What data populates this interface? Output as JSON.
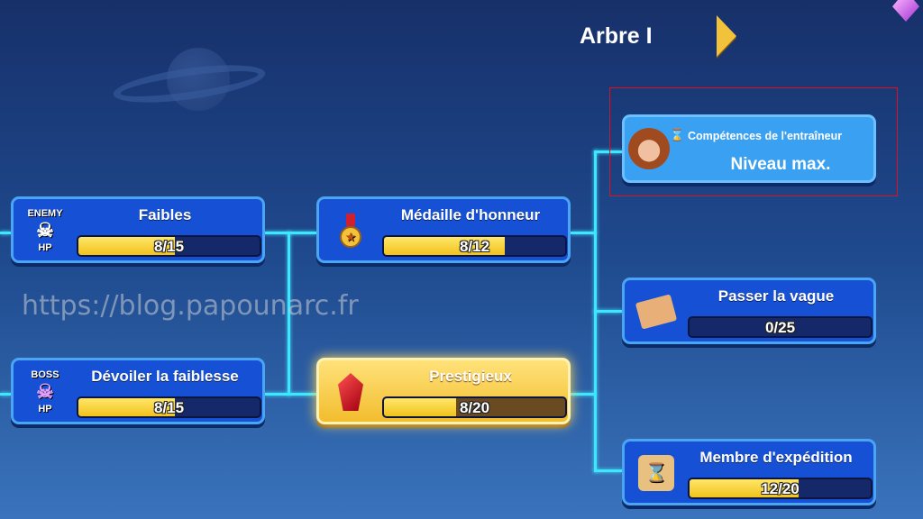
{
  "header": {
    "title": "Arbre I"
  },
  "watermark": "https://blog.papounarc.fr",
  "nodes": {
    "faibles": {
      "title": "Faibles",
      "progress": "8/15",
      "value": 8,
      "max": 15,
      "badge": "ENEMY",
      "sub": "HP"
    },
    "devoiler": {
      "title": "Dévoiler la faiblesse",
      "progress": "8/15",
      "value": 8,
      "max": 15,
      "badge": "BOSS",
      "sub": "HP"
    },
    "medaille": {
      "title": "Médaille d'honneur",
      "progress": "8/12",
      "value": 8,
      "max": 12
    },
    "prestigieux": {
      "title": "Prestigieux",
      "progress": "8/20",
      "value": 8,
      "max": 20
    },
    "competences": {
      "title": "Compétences de l'entraîneur",
      "status": "Niveau max."
    },
    "passer": {
      "title": "Passer la vague",
      "progress": "0/25",
      "value": 0,
      "max": 25
    },
    "membre": {
      "title": "Membre d'expédition",
      "progress": "12/20",
      "value": 12,
      "max": 20
    }
  }
}
